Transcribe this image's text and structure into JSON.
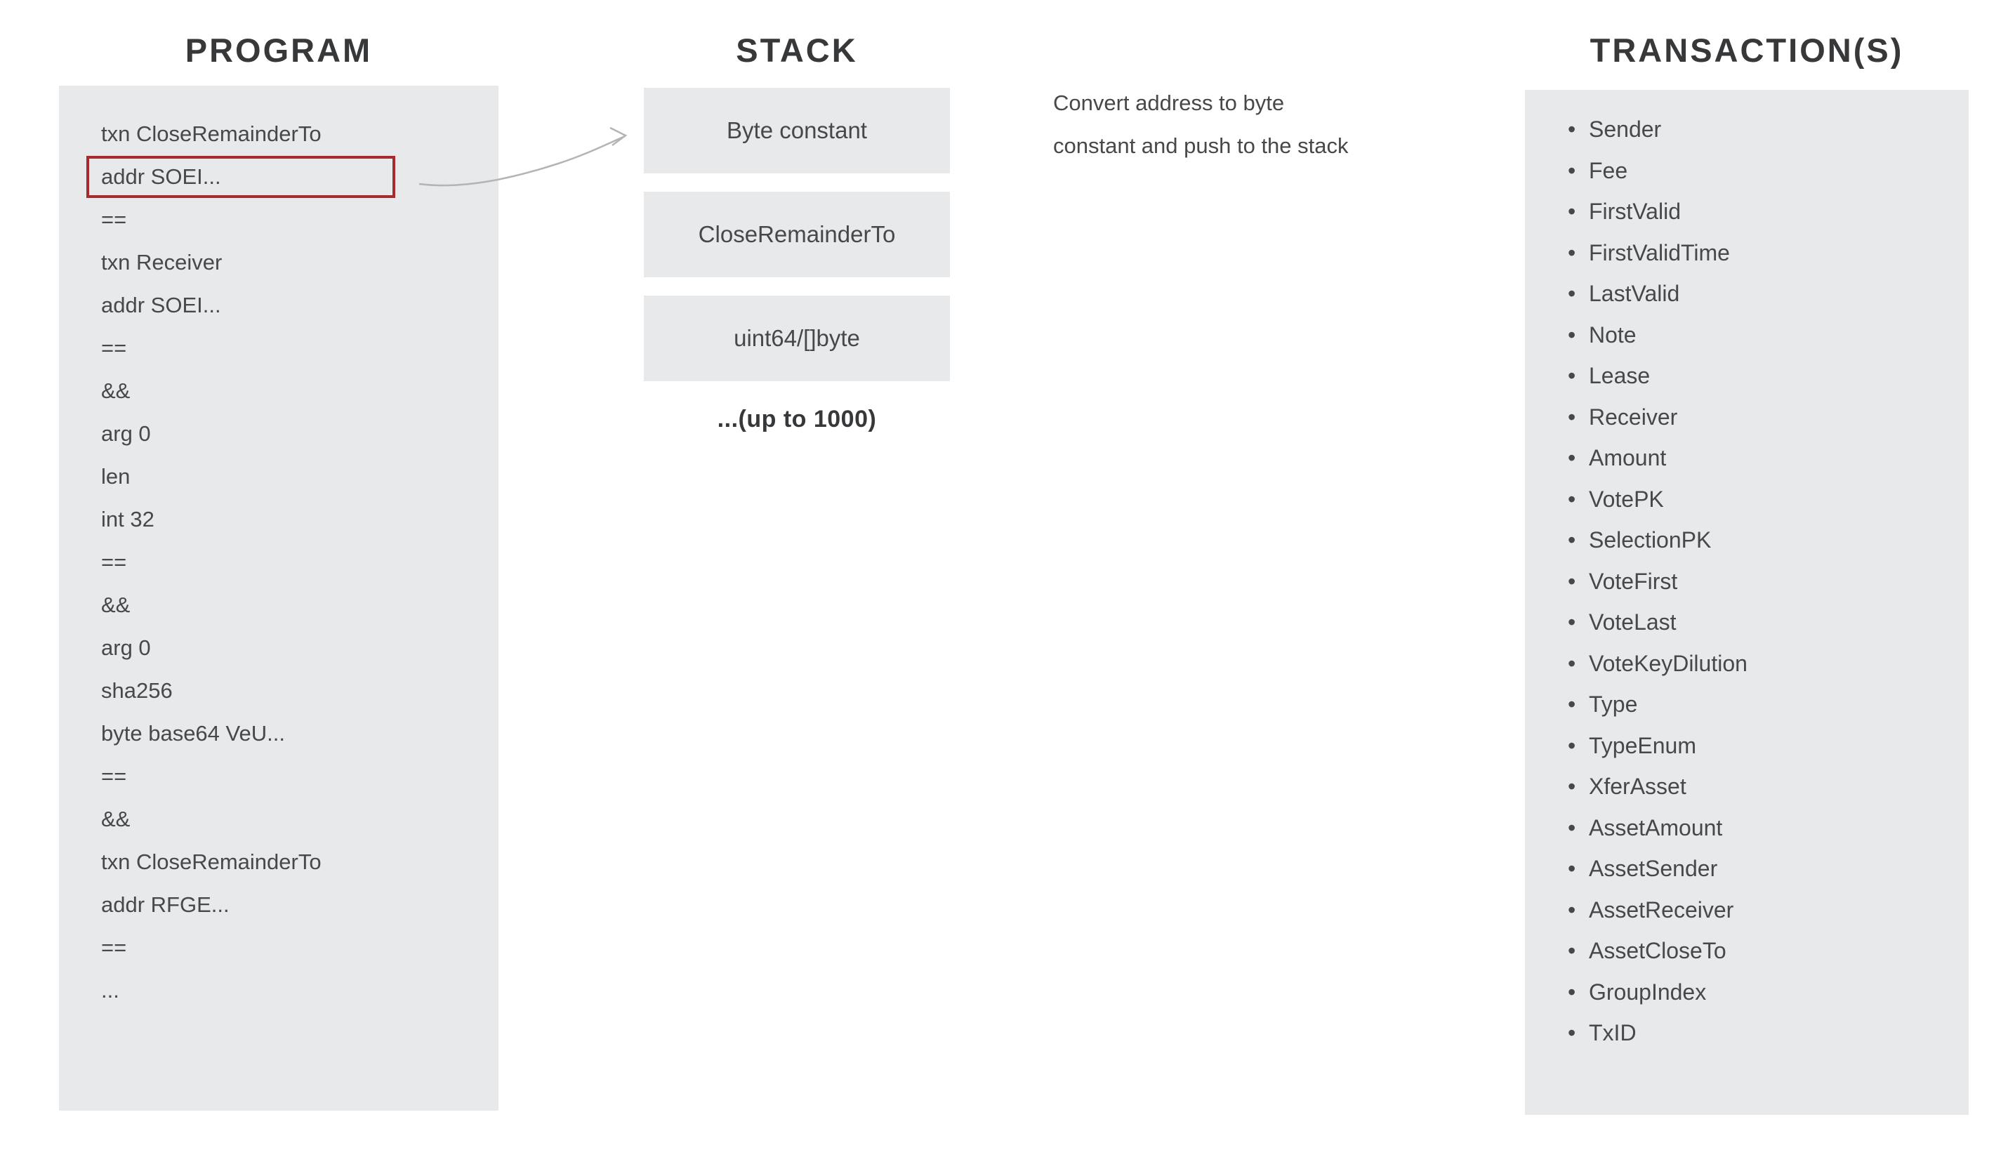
{
  "colors": {
    "page_bg": "#ffffff",
    "box_bg": "#e8e9ea",
    "title_text": "#37383a",
    "body_text": "#47484a",
    "red_accent": "#a52b2d",
    "arrow_grey": "#b4b4b6"
  },
  "program": {
    "title": "PROGRAM",
    "lines": [
      "txn CloseRemainderTo",
      "addr SOEI...",
      "==",
      "txn Receiver",
      "addr SOEI...",
      "==",
      "&&",
      "arg 0",
      "len",
      "int 32",
      "==",
      "&&",
      "arg 0",
      "sha256",
      "byte base64 VeU...",
      "==",
      "&&",
      "txn CloseRemainderTo",
      "addr RFGE...",
      "==",
      "..."
    ],
    "highlighted_line": "addr SOEI..."
  },
  "stack": {
    "title": "STACK",
    "boxes": [
      "Byte constant",
      "CloseRemainderTo",
      "uint64/[]byte"
    ],
    "overflow_note": "...(up to 1000)"
  },
  "annotation": {
    "lines": [
      "Convert address to byte",
      "constant and push to the stack"
    ]
  },
  "transactions": {
    "title": "TRANSACTION(S)",
    "bullet_glyph": "•",
    "fields": [
      "Sender",
      "Fee",
      "FirstValid",
      "FirstValidTime",
      "LastValid",
      "Note",
      "Lease",
      "Receiver",
      "Amount",
      "VotePK",
      "SelectionPK",
      "VoteFirst",
      "VoteLast",
      "VoteKeyDilution",
      "Type",
      "TypeEnum",
      "XferAsset",
      "AssetAmount",
      "AssetSender",
      "AssetReceiver",
      "AssetCloseTo",
      "GroupIndex",
      "TxID"
    ]
  }
}
